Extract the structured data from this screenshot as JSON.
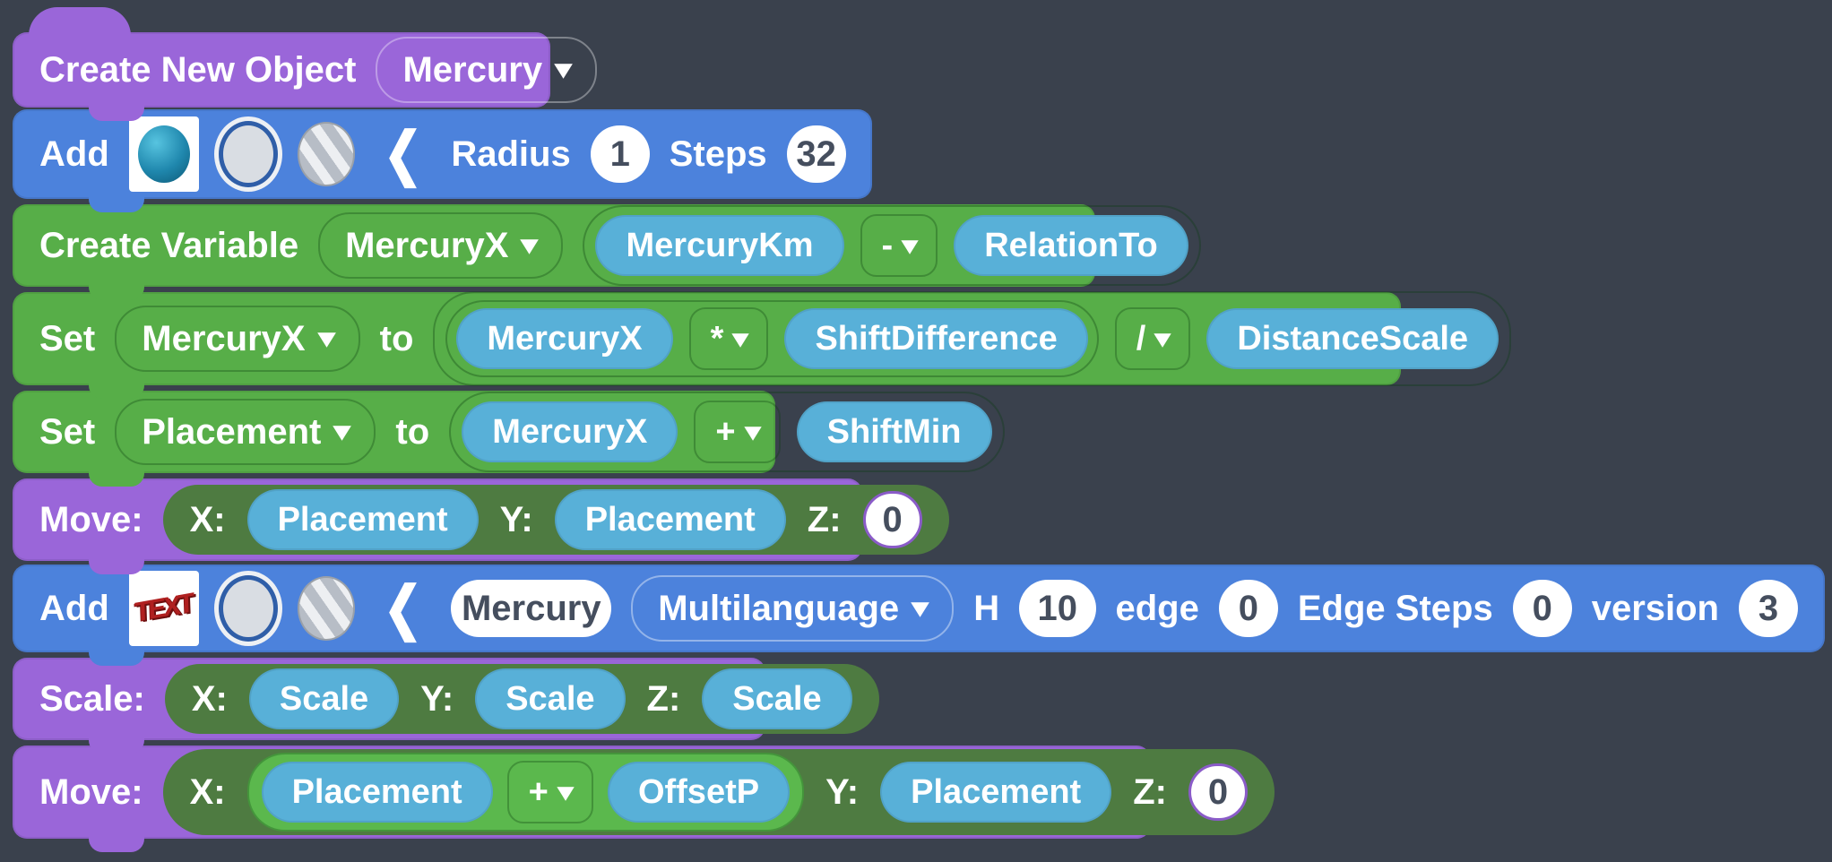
{
  "background": "#3A414D",
  "colors": {
    "purple_block": "#9A66D9",
    "blue_block": "#4C82DC",
    "green_block": "#57AE48",
    "panel_green": "#4E7B41",
    "operator_green": "#5BB84D",
    "variable_blue": "#58B0D8",
    "pill_text": "#454E5E"
  },
  "icons": {
    "caret": "▾",
    "chevron": "❮",
    "sphere_preview": "sphere-preview-icon",
    "material_circle": "material-circle-icon",
    "striped_circle": "striped-texture-circle-icon",
    "red_text_preview": "TEXT"
  },
  "blocks": {
    "create_new_object": {
      "label": "Create New Object",
      "dropdown": "Mercury"
    },
    "add_sphere": {
      "label": "Add",
      "radius_label": "Radius",
      "radius_value": "1",
      "steps_label": "Steps",
      "steps_value": "32"
    },
    "create_variable": {
      "label": "Create Variable",
      "dropdown": "MercuryX",
      "operand1": "MercuryKm",
      "operator": "-",
      "operand2": "RelationTo"
    },
    "set_mercuryx": {
      "label": "Set",
      "dropdown": "MercuryX",
      "to_label": "to",
      "operand1": "MercuryX",
      "operator1": "*",
      "operand2": "ShiftDifference",
      "operator2": "/",
      "operand3": "DistanceScale"
    },
    "set_placement": {
      "label": "Set",
      "dropdown": "Placement",
      "to_label": "to",
      "operand1": "MercuryX",
      "operator": "+",
      "operand2": "ShiftMin"
    },
    "move1": {
      "label": "Move:",
      "x_label": "X:",
      "x_value": "Placement",
      "y_label": "Y:",
      "y_value": "Placement",
      "z_label": "Z:",
      "z_value": "0"
    },
    "add_text": {
      "label": "Add",
      "name_value": "Mercury",
      "dropdown": "Multilanguage",
      "h_label": "H",
      "h_value": "10",
      "edge_label": "edge",
      "edge_value": "0",
      "edge_steps_label": "Edge Steps",
      "edge_steps_value": "0",
      "version_label": "version",
      "version_value": "3"
    },
    "scale": {
      "label": "Scale:",
      "x_label": "X:",
      "x_value": "Scale",
      "y_label": "Y:",
      "y_value": "Scale",
      "z_label": "Z:",
      "z_value": "Scale"
    },
    "move2": {
      "label": "Move:",
      "x_label": "X:",
      "x_op1": "Placement",
      "x_operator": "+",
      "x_op2": "OffsetP",
      "y_label": "Y:",
      "y_value": "Placement",
      "z_label": "Z:",
      "z_value": "0"
    }
  }
}
